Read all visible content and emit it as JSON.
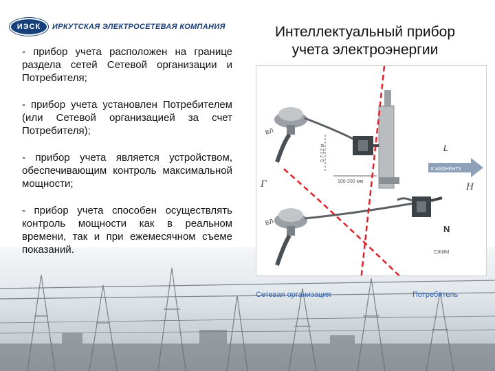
{
  "logo": {
    "mark": "ИЭСК",
    "company": "ИРКУТСКАЯ ЭЛЕКТРОСЕТЕВАЯ КОМПАНИЯ"
  },
  "title": {
    "line1": "Интеллектуальный прибор",
    "line2": "учета электроэнергии"
  },
  "bullets": [
    "- прибор учета расположен на границе раздела сетей Сетевой организации и Потребителя;",
    "- прибор учета установлен Потребителем (или Сетевой организацией за счет Потребителя);",
    "- прибор учета является устройством, обеспечивающим контроль максимальной мощности;",
    "- прибор учета способен осуществлять контроль мощности как в реальном времени, так и при ежемесячном съеме показаний."
  ],
  "diagram": {
    "label_vl_top": "ВЛ",
    "label_vl_bottom": "ВЛ",
    "label_L": "L",
    "label_N": "N",
    "label_G": "Г",
    "label_H": "Н",
    "arrow_label": "К АБОНЕНТУ",
    "dim_vertical": "0,7-12 м",
    "dim_horizontal": "100-200 мм",
    "clamp_label": "СЖИМ"
  },
  "captions": {
    "left": "Сетевая организация",
    "right": "Потребитель"
  },
  "colors": {
    "divider_line": "#e0202a",
    "caption_text": "#2d5fb0",
    "arrow": "#8fa1b8"
  }
}
